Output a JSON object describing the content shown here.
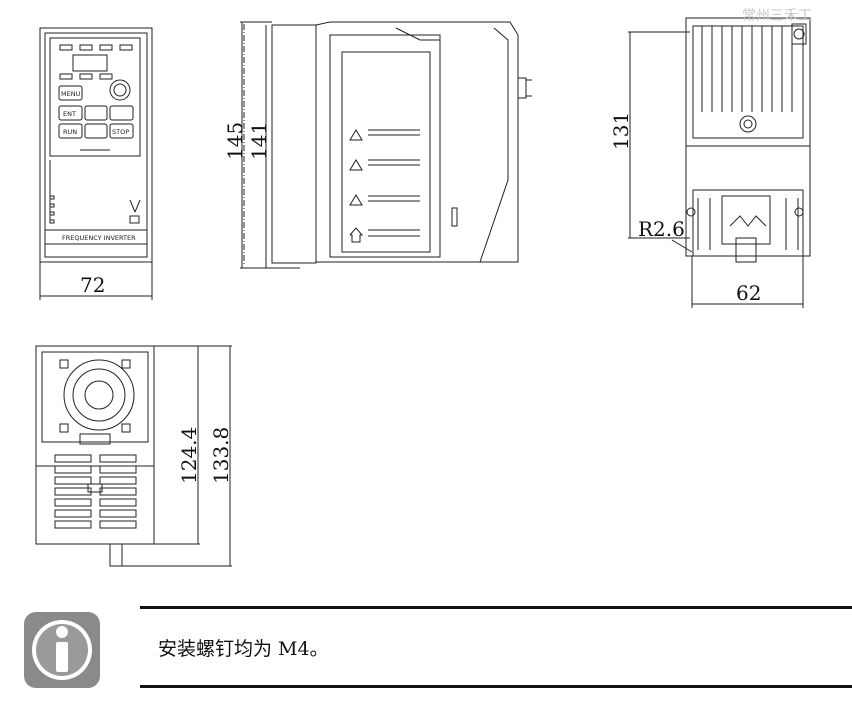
{
  "watermark": "常州三禾工",
  "views": {
    "front": {
      "width_label": "72"
    },
    "side": {
      "height_outer_label": "145",
      "height_inner_label": "141"
    },
    "rear": {
      "height_label": "131",
      "radius_label": "R2.6",
      "width_label": "62"
    },
    "bottom": {
      "height_inner_label": "124.4",
      "height_outer_label": "133.8"
    }
  },
  "panel": {
    "buttons": [
      "MENU",
      "ENT",
      "RUN",
      "STOP"
    ],
    "footer_label": "FREQUENCY INVERTER"
  },
  "note": {
    "text": "安装螺钉均为 M4。",
    "icon": "info-icon"
  }
}
